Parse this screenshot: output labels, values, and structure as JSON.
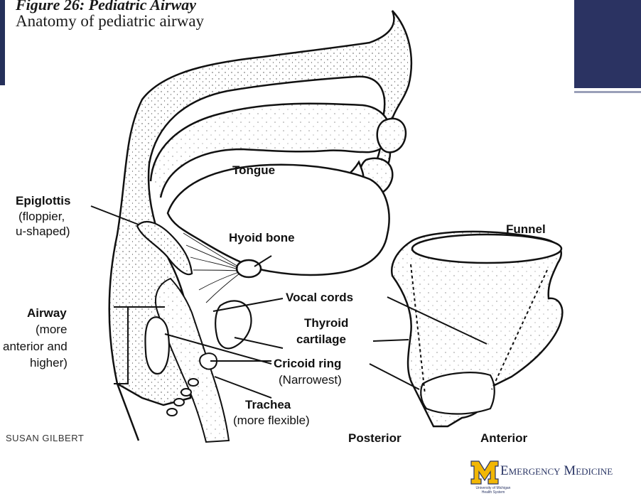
{
  "header": {
    "figure_title": "Figure 26: Pediatric Airway",
    "figure_subtitle": "Anatomy of pediatric airway"
  },
  "labels": {
    "tongue": "Tongue",
    "epiglottis": "Epiglottis",
    "epiglottis_note_1": "(floppier,",
    "epiglottis_note_2": "u-shaped)",
    "hyoid": "Hyoid bone",
    "funnel": "Funnel",
    "vocal_cords": "Vocal cords",
    "thyroid_1": "Thyroid",
    "thyroid_2": "cartilage",
    "airway": "Airway",
    "airway_note_1": "(more",
    "airway_note_2": "anterior and",
    "airway_note_3": "higher)",
    "cricoid": "Cricoid ring",
    "cricoid_note": "(Narrowest)",
    "trachea": "Trachea",
    "trachea_note": "(more flexible)",
    "posterior": "Posterior",
    "anterior": "Anterior",
    "credit": "SUSAN GILBERT"
  },
  "logo": {
    "text": "Emergency Medicine",
    "sub_line_1": "University of Michigan",
    "sub_line_2": "Health System",
    "brand_color": "#f2b705",
    "text_color": "#2a3565"
  },
  "colors": {
    "accent_dark": "#2b3362",
    "line": "#111111"
  }
}
